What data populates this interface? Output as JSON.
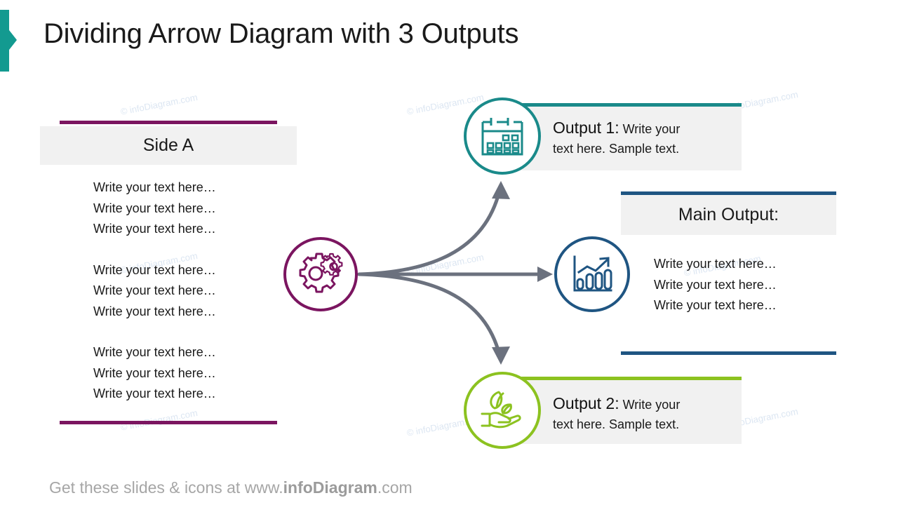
{
  "slide": {
    "title": "Dividing Arrow Diagram with 3 Outputs",
    "accent_color": "#139A90",
    "background": "#ffffff"
  },
  "watermark": {
    "text": "© infoDiagram.com",
    "color": "#dce6f2"
  },
  "side_a": {
    "heading": "Side A",
    "accent_color": "#7B1560",
    "box_background": "#f1f1f1",
    "blocks": [
      [
        "Write your text here…",
        "Write your text here…",
        "Write your text here…"
      ],
      [
        "Write your text here…",
        "Write your text here…",
        "Write your text here…"
      ],
      [
        "Write your text here…",
        "Write your text here…",
        "Write your text here…"
      ]
    ]
  },
  "source_node": {
    "icon": "gears-icon",
    "color": "#7B1560"
  },
  "arrows": {
    "color": "#6B717E",
    "count": 3,
    "directions": [
      "up",
      "right",
      "down"
    ]
  },
  "outputs": [
    {
      "id": "output-1",
      "icon": "calendar-icon",
      "color": "#1A8A8A",
      "lead": "Output 1:",
      "text": " Write your text here. Sample text."
    },
    {
      "id": "output-2",
      "icon": "hand-leaf-icon",
      "color": "#8CC220",
      "lead": "Output 2:",
      "text": " Write your text here. Sample text."
    }
  ],
  "main_output": {
    "icon": "bar-chart-growth-icon",
    "color": "#1F5582",
    "heading": "Main Output:",
    "lines": [
      "Write your text here…",
      "Write your text here…",
      "Write your text here…"
    ]
  },
  "footer": {
    "prefix": "Get these slides & icons at www.",
    "brand": "infoDiagram",
    "suffix": ".com"
  }
}
